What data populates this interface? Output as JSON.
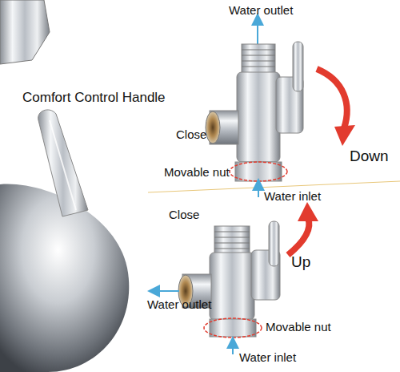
{
  "diagram": {
    "labels": [
      "Comfort Control Handle",
      "Water outlet",
      "Close",
      "Down",
      "Movable nut",
      "Water inlet",
      "Close",
      "Up",
      "Water outlet",
      "Movable nut",
      "Water inlet"
    ]
  }
}
